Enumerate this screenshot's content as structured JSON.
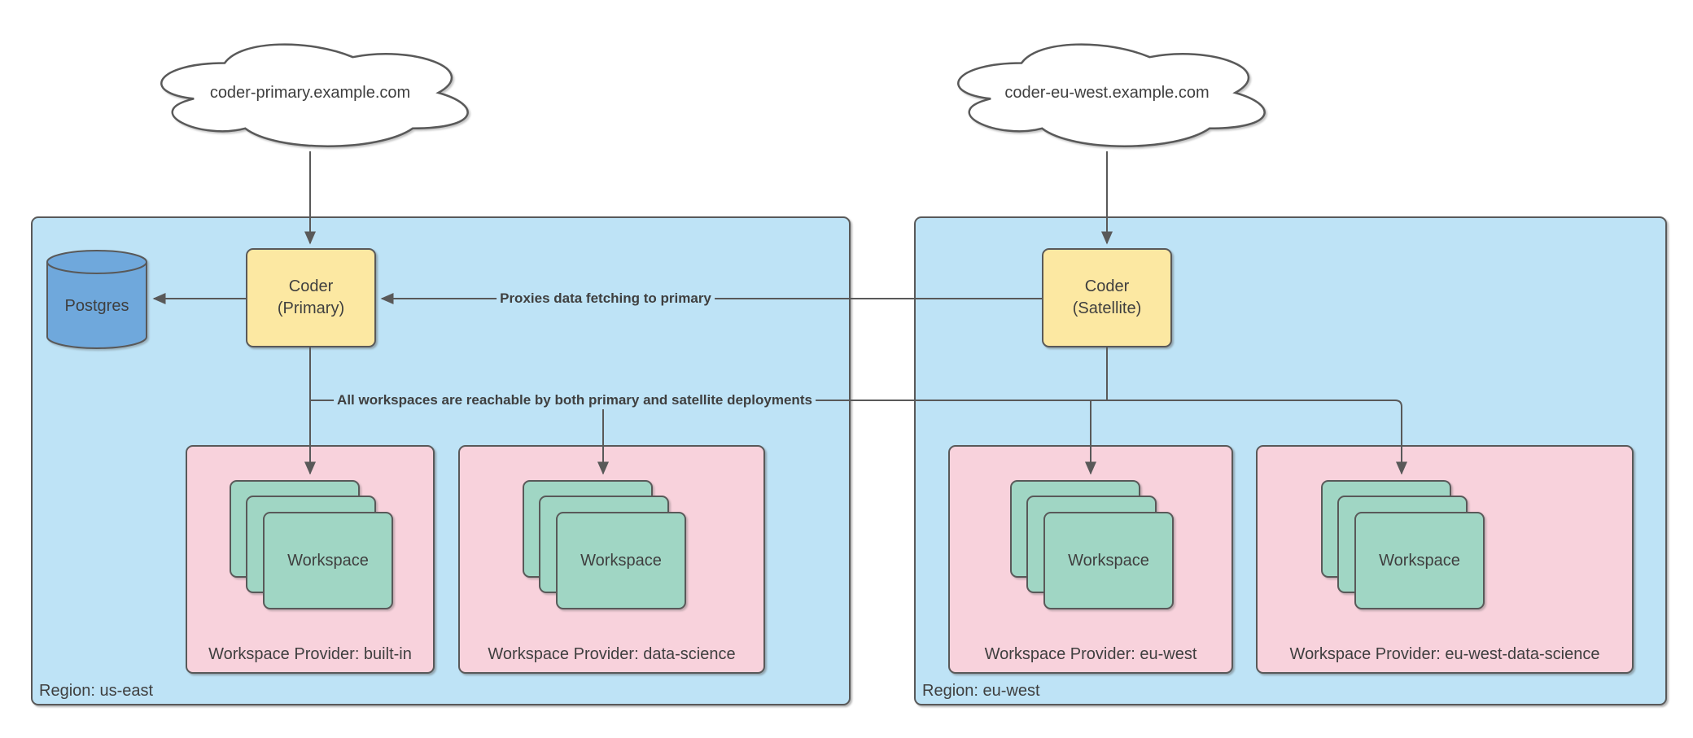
{
  "clouds": [
    {
      "label": "coder-primary.example.com"
    },
    {
      "label": "coder-eu-west.example.com"
    }
  ],
  "regions": [
    {
      "label": "Region: us-east"
    },
    {
      "label": "Region: eu-west"
    }
  ],
  "nodes": {
    "postgres": {
      "label": "Postgres"
    },
    "coder_primary": {
      "title": "Coder",
      "subtitle": "(Primary)"
    },
    "coder_satellite": {
      "title": "Coder",
      "subtitle": "(Satellite)"
    }
  },
  "providers": [
    {
      "label": "Workspace Provider: built-in",
      "workspace": "Workspace"
    },
    {
      "label": "Workspace Provider: data-science",
      "workspace": "Workspace"
    },
    {
      "label": "Workspace Provider: eu-west",
      "workspace": "Workspace"
    },
    {
      "label": "Workspace Provider: eu-west-data-science",
      "workspace": "Workspace"
    }
  ],
  "annotations": {
    "proxies": "Proxies data fetching to primary",
    "workspaces_reachable": "All workspaces are reachable by both primary and satellite deployments"
  },
  "colors": {
    "canvas_bg": "#FFFFFF",
    "region_fill": "#BEE3F6",
    "provider_fill": "#F8D2DC",
    "workspace_fill": "#A0D6C4",
    "coder_fill": "#FCE8A2",
    "postgres_fill": "#6FA8DC",
    "stroke": "#595959",
    "text": "#3F3F3F"
  }
}
